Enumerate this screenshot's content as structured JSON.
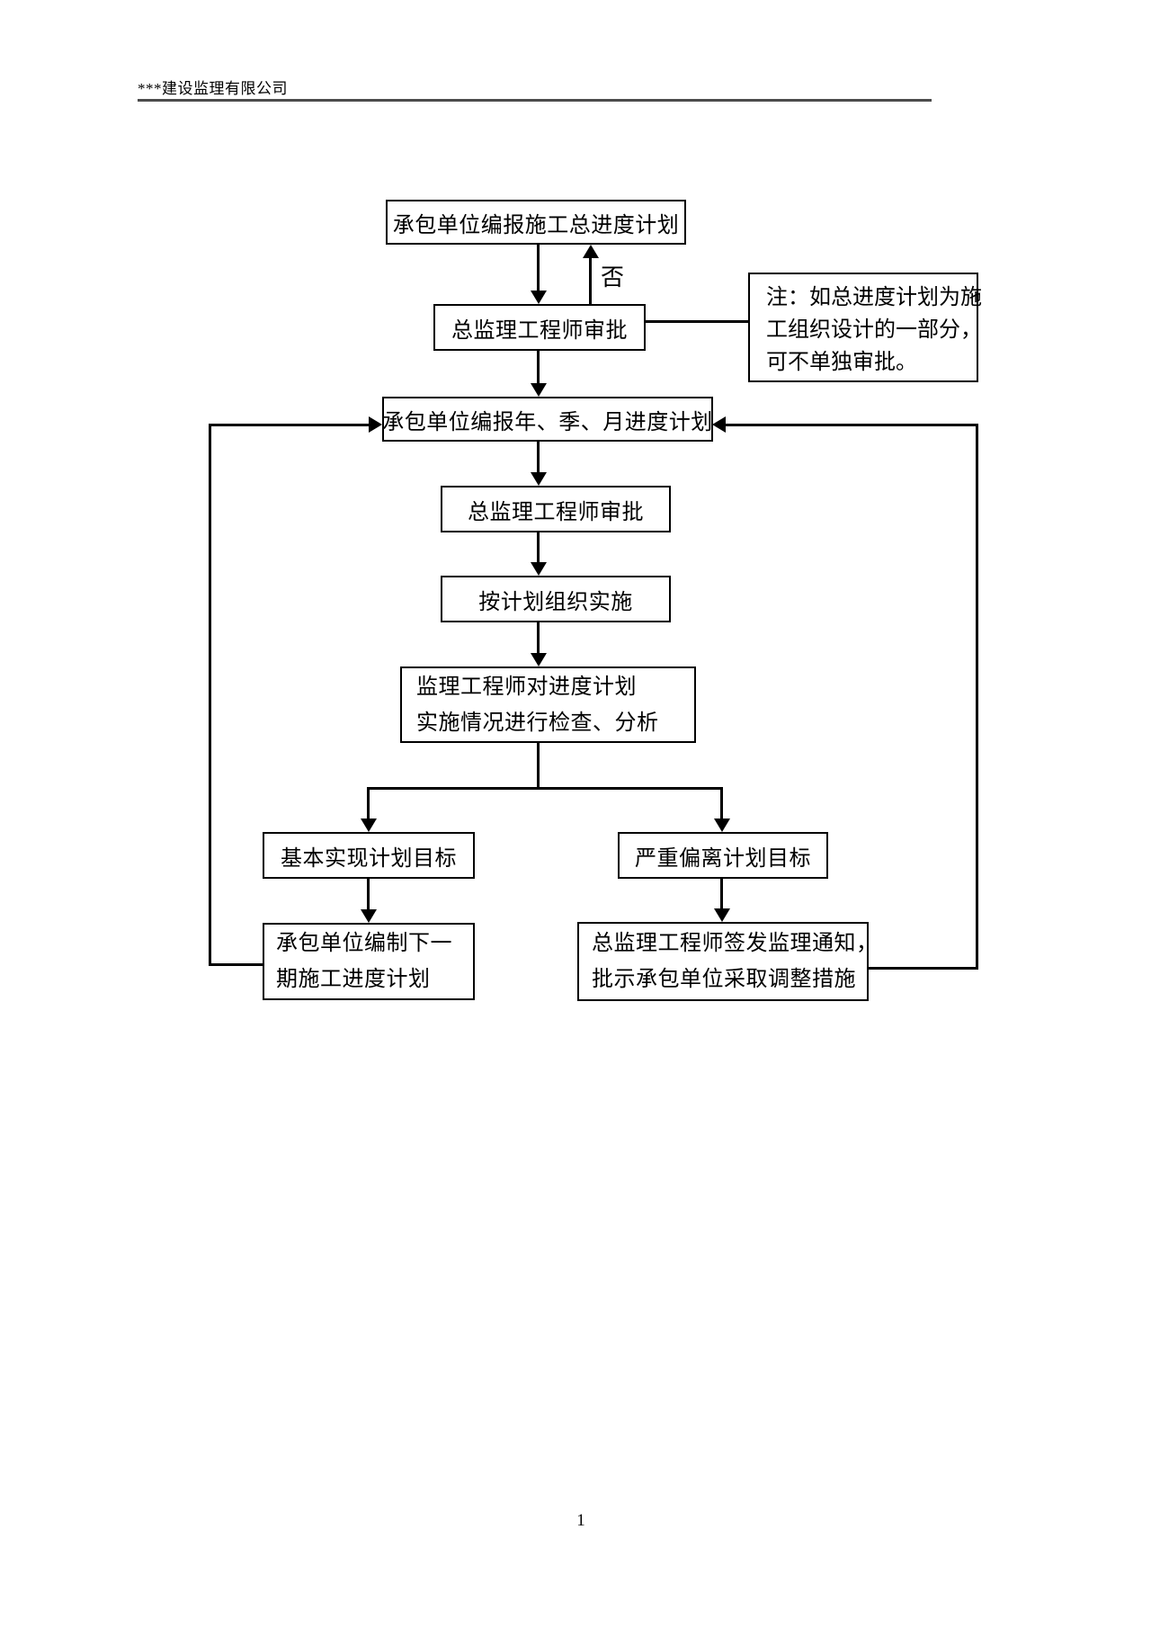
{
  "page": {
    "header_title": "***建设监理有限公司",
    "page_number": "1"
  },
  "flowchart": {
    "no_label": "否",
    "nodes": {
      "submit_overall_plan": "承包单位编报施工总进度计划",
      "chief_engineer_approve_1": "总监理工程师审批",
      "submit_periodic_plan": "承包单位编报年、季、月进度计划",
      "chief_engineer_approve_2": "总监理工程师审批",
      "implement_per_plan": "按计划组织实施",
      "inspect_analyze": {
        "line1": "监理工程师对进度计划",
        "line2": "实施情况进行检查、分析"
      },
      "target_achieved": "基本实现计划目标",
      "target_deviated": "严重偏离计划目标",
      "prepare_next_plan": {
        "line1": "承包单位编制下一",
        "line2": "期施工进度计划"
      },
      "issue_notice": {
        "line1": "总监理工程师签发监理通知，",
        "line2": "批示承包单位采取调整措施"
      },
      "note": {
        "line1": "注：如总进度计划为施",
        "line2": "工组织设计的一部分，",
        "line3": "可不单独审批。"
      }
    },
    "colors": {
      "line": "#000000",
      "header_rule": "#4c4c4c",
      "background": "#ffffff"
    }
  }
}
